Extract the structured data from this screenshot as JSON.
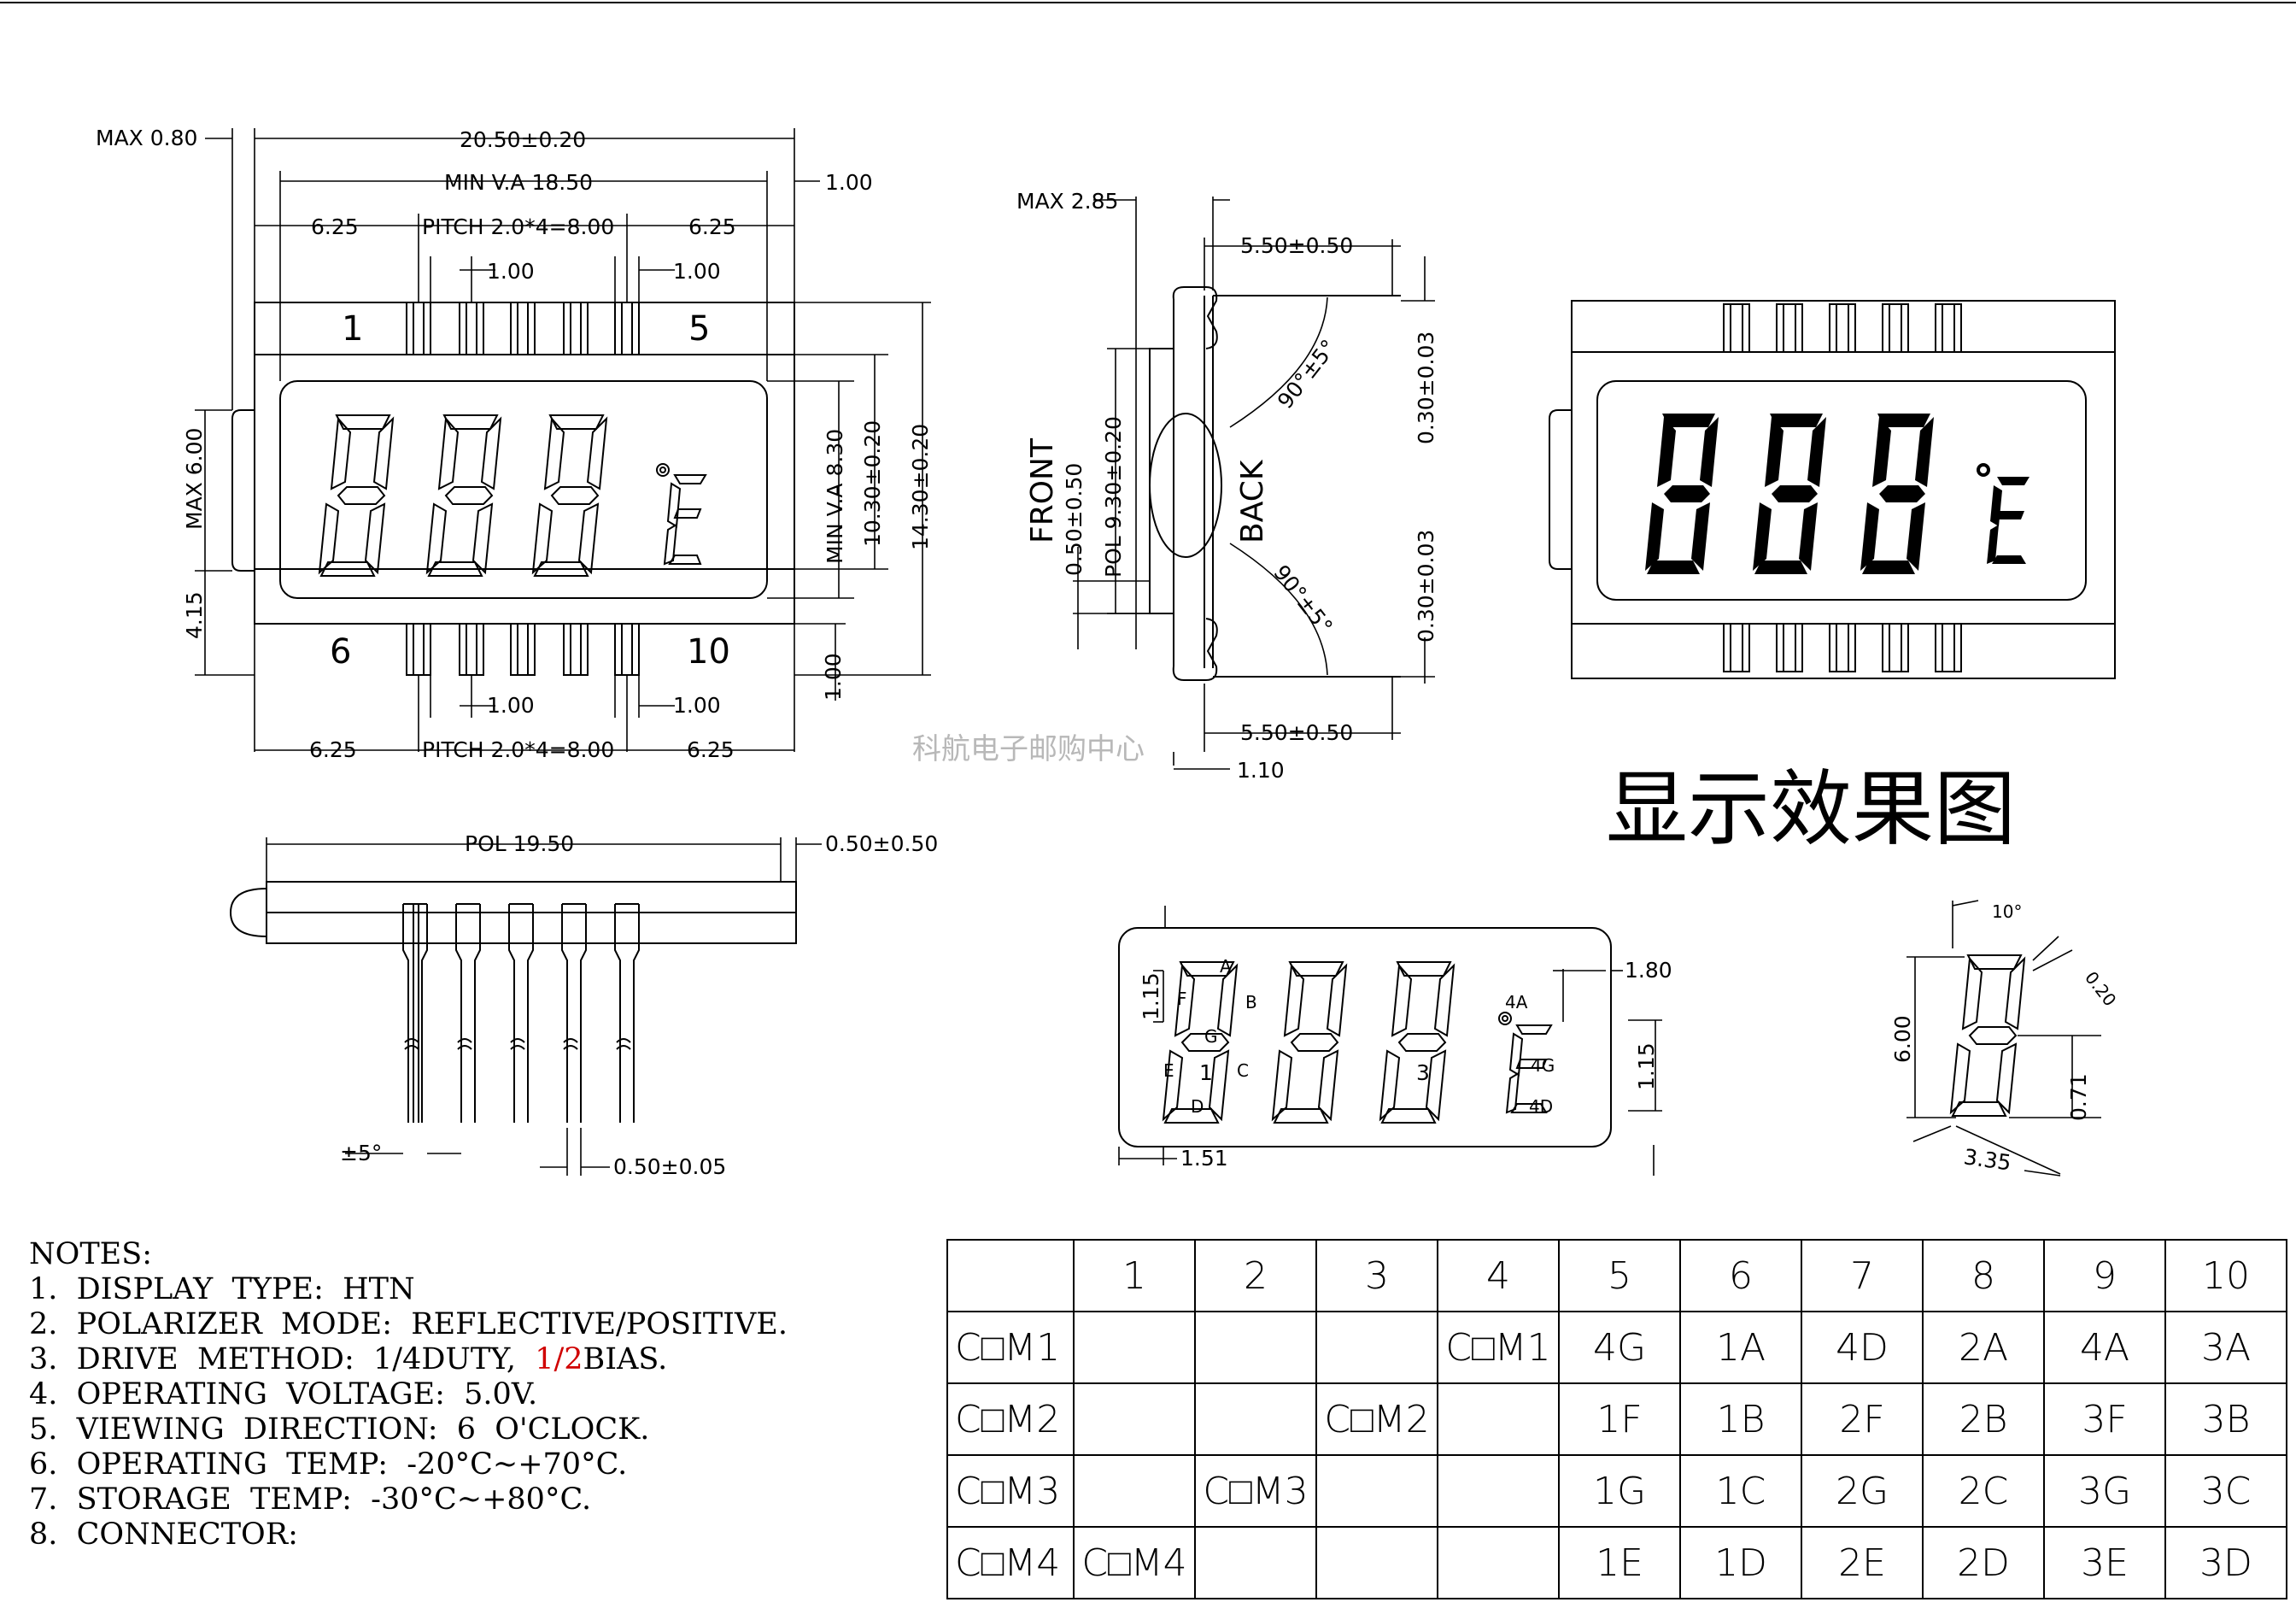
{
  "top_view": {
    "dims": {
      "max_thickness": "MAX  0.80",
      "overall_width": "20.50±0.20",
      "min_va_width": "MIN  V.A  18.50",
      "edge_right": "1.00",
      "side_left": "6.25",
      "pitch": "PITCH  2.0*4=8.00",
      "side_right": "6.25",
      "pin_width_a": "1.00",
      "pin_width_b": "1.00",
      "max_height": "MAX  6.00",
      "offset_left": "4.15",
      "min_va_height": "MIN  V.A  8.30",
      "height_inner": "10.30±0.20",
      "height_outer": "14.30±0.20",
      "edge_bottom": "1.00",
      "pin_width_c": "1.00",
      "pin_width_d": "1.00",
      "side_left_bottom": "6.25",
      "pitch_bottom": "PITCH  2.0*4=8.00",
      "side_right_bottom": "6.25"
    },
    "pin_labels": [
      "1",
      "5",
      "6",
      "10"
    ]
  },
  "side_view": {
    "max_thickness": "MAX  2.85",
    "top_offset": "5.50±0.50",
    "bottom_offset": "5.50±0.50",
    "angle_top": "90°±5°",
    "angle_bottom": "90°±5°",
    "gap_top": "0.30±0.03",
    "gap_bottom": "0.30±0.03",
    "front_label": "FRONT",
    "back_label": "BACK",
    "front_offset": "0.50±0.50",
    "pol_height": "POL  9.30±0.20",
    "bottom_edge": "1.10"
  },
  "bottom_view": {
    "pol_width": "POL  19.50",
    "tolerance": "0.50±0.50",
    "angle": "±5°",
    "pin_pitch": "0.50±0.05"
  },
  "watermark": "科航电子邮购中心",
  "effect_title": "显示效果图",
  "segment_view": {
    "labels": [
      "A",
      "B",
      "C",
      "D",
      "E",
      "F",
      "G",
      "1",
      "3",
      "4A",
      "4G",
      "4D"
    ],
    "dims": {
      "top_right": "1.80",
      "left_height": "1.15",
      "right_height": "1.15",
      "bottom_left": "1.51"
    }
  },
  "digit_detail": {
    "angle": "10°",
    "stroke": "0.20",
    "height": "6.00",
    "gap": "0.71",
    "width": "3.35"
  },
  "notes": {
    "title": "NOTES:",
    "lines": [
      "1.  DISPLAY  TYPE:  HTN",
      "2.  POLARIZER  MODE:  REFLECTIVE/POSITIVE.",
      "3.  DRIVE  METHOD:  1/4DUTY,  ",
      "4.  OPERATING  VOLTAGE:  5.0V.",
      "5.  VIEWING  DIRECTION:  6  O'CLOCK.",
      "6.  OPERATING  TEMP:  -20°C~+70°C.",
      "7.  STORAGE  TEMP:  -30°C~+80°C.",
      "8.  CONNECTOR:"
    ],
    "bias_value": "1/2",
    "bias_suffix": "BIAS."
  },
  "pin_table": {
    "header": [
      "",
      "1",
      "2",
      "3",
      "4",
      "5",
      "6",
      "7",
      "8",
      "9",
      "10"
    ],
    "rows": [
      [
        "C□M1",
        "",
        "",
        "",
        "C□M1",
        "4G",
        "1A",
        "4D",
        "2A",
        "4A",
        "3A"
      ],
      [
        "C□M2",
        "",
        "",
        "C□M2",
        "",
        "1F",
        "1B",
        "2F",
        "2B",
        "3F",
        "3B"
      ],
      [
        "C□M3",
        "",
        "C□M3",
        "",
        "",
        "1G",
        "1C",
        "2G",
        "2C",
        "3G",
        "3C"
      ],
      [
        "C□M4",
        "C□M4",
        "",
        "",
        "",
        "1E",
        "1D",
        "2E",
        "2D",
        "3E",
        "3D"
      ]
    ]
  }
}
